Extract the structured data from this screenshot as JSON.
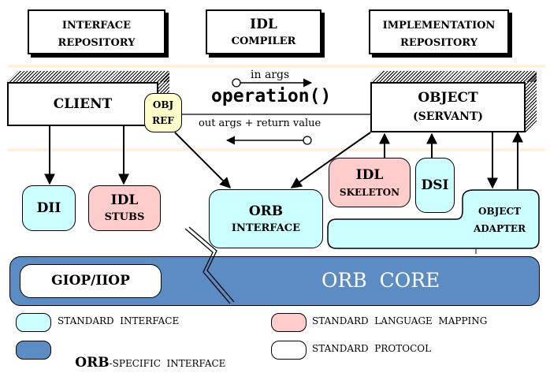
{
  "repos": {
    "interface": [
      "INTERFACE",
      "REPOSITORY"
    ],
    "idl_compiler": [
      "IDL",
      "COMPILER"
    ],
    "implementation": [
      "IMPLEMENTATION",
      "REPOSITORY"
    ]
  },
  "client": "CLIENT",
  "obj_ref": [
    "OBJ",
    "REF"
  ],
  "object": [
    "OBJECT",
    "(SERVANT)"
  ],
  "in_args": "in args",
  "operation": "operation()",
  "out_args": "out args + return value",
  "dii": "DII",
  "idl_stubs": [
    "IDL",
    "STUBS"
  ],
  "orb_interface": [
    "ORB",
    "INTERFACE"
  ],
  "idl_skeleton": [
    "IDL",
    "SKELETON"
  ],
  "dsi": "DSI",
  "object_adapter": [
    "OBJECT",
    "ADAPTER"
  ],
  "giop": "GIOP/IIOP",
  "orb_core": "ORB  CORE",
  "legend": {
    "standard_interface": "STANDARD  INTERFACE",
    "standard_language_mapping": "STANDARD  LANGUAGE  MAPPING",
    "orb_prefix": "ORB",
    "orb_specific_interface": "-SPECIFIC  INTERFACE",
    "standard_protocol": "STANDARD  PROTOCOL"
  },
  "colors": {
    "standard_interface": "#ccffff",
    "language_mapping": "#ffcccc",
    "orb_core": "#5b8cc4",
    "obj_ref": "#ffffcc",
    "band": "#fff0dc"
  }
}
